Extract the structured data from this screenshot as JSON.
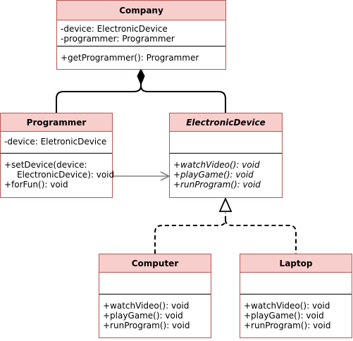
{
  "classes": {
    "company": {
      "name": "Company",
      "attributes": [
        "-device: ElectronicDevice",
        "-programmer: Programmer"
      ],
      "methods": [
        "+getProgrammer(): Programmer"
      ]
    },
    "programmer": {
      "name": "Programmer",
      "attributes": [
        "-device: EletronicDevice"
      ],
      "methods": [
        "+setDevice(device:",
        "ElectronicDevice): void",
        "+forFun(): void"
      ]
    },
    "electronic_device": {
      "name": "ElectronicDevice",
      "attributes": [],
      "methods": [
        "+watchVideo(): void",
        "+playGame(): void",
        "+runProgram(): void"
      ]
    },
    "computer": {
      "name": "Computer",
      "attributes": [],
      "methods": [
        "+watchVideo(): void",
        "+playGame(): void",
        "+runProgram(): void"
      ]
    },
    "laptop": {
      "name": "Laptop",
      "attributes": [],
      "methods": [
        "+watchVideo(): void",
        "+playGame(): void",
        "+runProgram(): void"
      ]
    }
  },
  "colors": {
    "header_fill": "#f8cecc",
    "border": "#b85450",
    "association_arrow": "#808080",
    "lines": "#000000"
  }
}
